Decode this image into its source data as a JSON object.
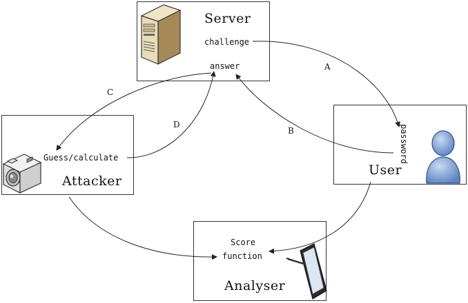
{
  "nodes": {
    "server": {
      "title": "Server",
      "challenge": "challenge",
      "answer": "answer"
    },
    "user": {
      "title": "User",
      "password": "password"
    },
    "attacker": {
      "title": "Attacker",
      "guess": "Guess/calculate"
    },
    "analyser": {
      "title": "Analyser",
      "score_line1": "Score",
      "score_line2": "function"
    }
  },
  "edges": {
    "a": "A",
    "b": "B",
    "c": "C",
    "d": "D"
  },
  "icons": {
    "server": "server-tower-icon",
    "user": "person-icon",
    "attacker": "camera-icon",
    "analyser": "tablet-stylus-icon"
  }
}
